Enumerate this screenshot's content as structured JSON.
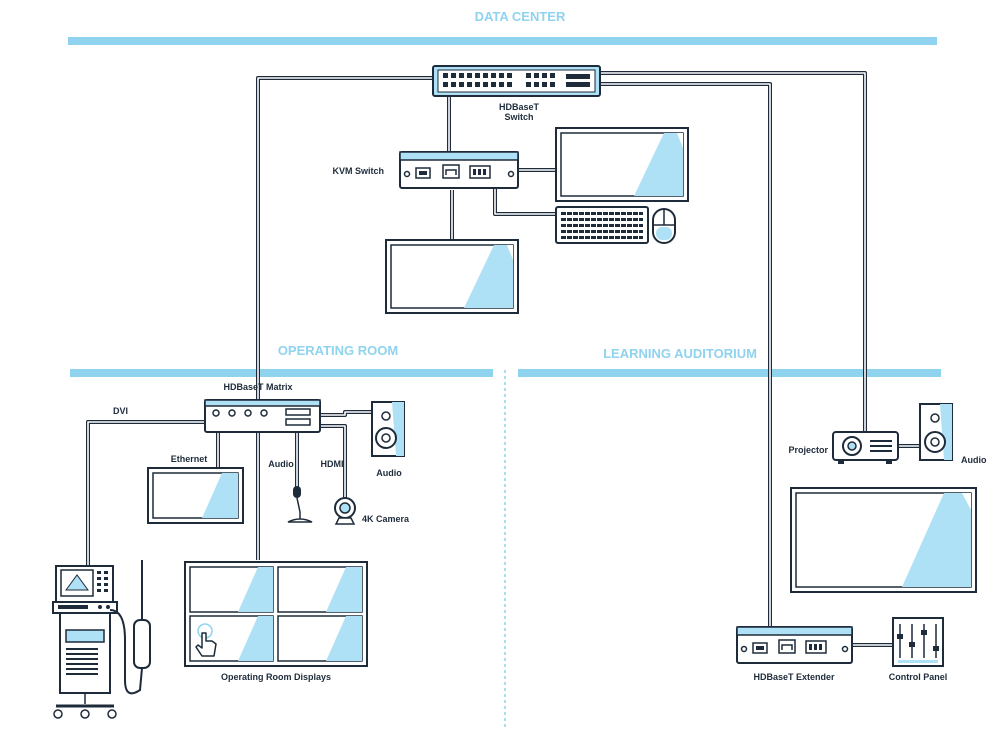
{
  "zones": {
    "data_center": "DATA CENTER",
    "operating_room": "OPERATING ROOM",
    "learning_auditorium": "LEARNING AUDITORIUM"
  },
  "labels": {
    "hdbaset_switch_line1": "HDBaseT",
    "hdbaset_switch_line2": "Switch",
    "kvm_switch": "KVM Switch",
    "hdbaset_matrix": "HDBaseT Matrix",
    "dvi": "DVI",
    "ethernet": "Ethernet",
    "audio_cable": "Audio",
    "hdmi_cable": "HDMI",
    "audio_speaker_or": "Audio",
    "camera_4k": "4K Camera",
    "operating_room_displays": "Operating Room Displays",
    "projector": "Projector",
    "audio_speaker_la": "Audio",
    "hdbaset_extender": "HDBaseT Extender",
    "control_panel": "Control Panel"
  },
  "colors": {
    "accent": "#8fd3ef",
    "accent_light": "#aee1f5",
    "ink": "#1e2b3a"
  }
}
